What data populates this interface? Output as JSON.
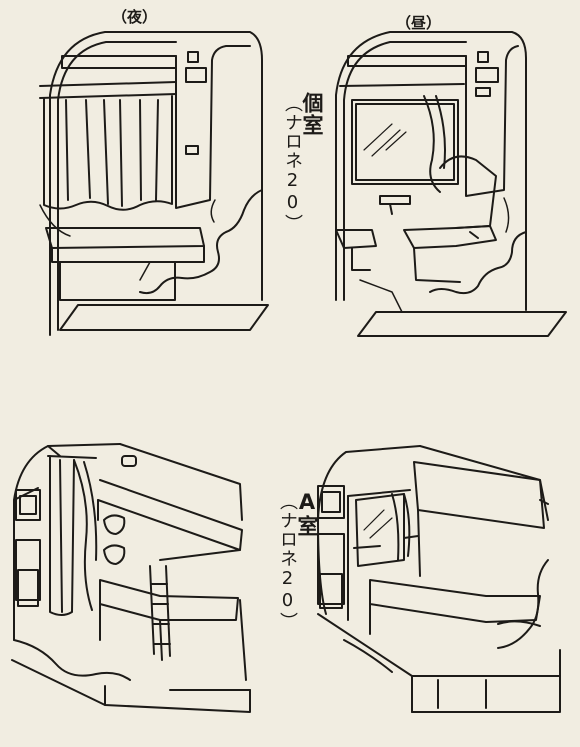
{
  "captions": {
    "night": "（夜）",
    "day": "（昼）",
    "compartment": "個室",
    "compartment_model": "（ナロネ20）",
    "a_room": "A室",
    "a_room_model": "（ナロネ20）"
  },
  "colors": {
    "paper": "#f1ede1",
    "ink": "#1d1b18"
  }
}
